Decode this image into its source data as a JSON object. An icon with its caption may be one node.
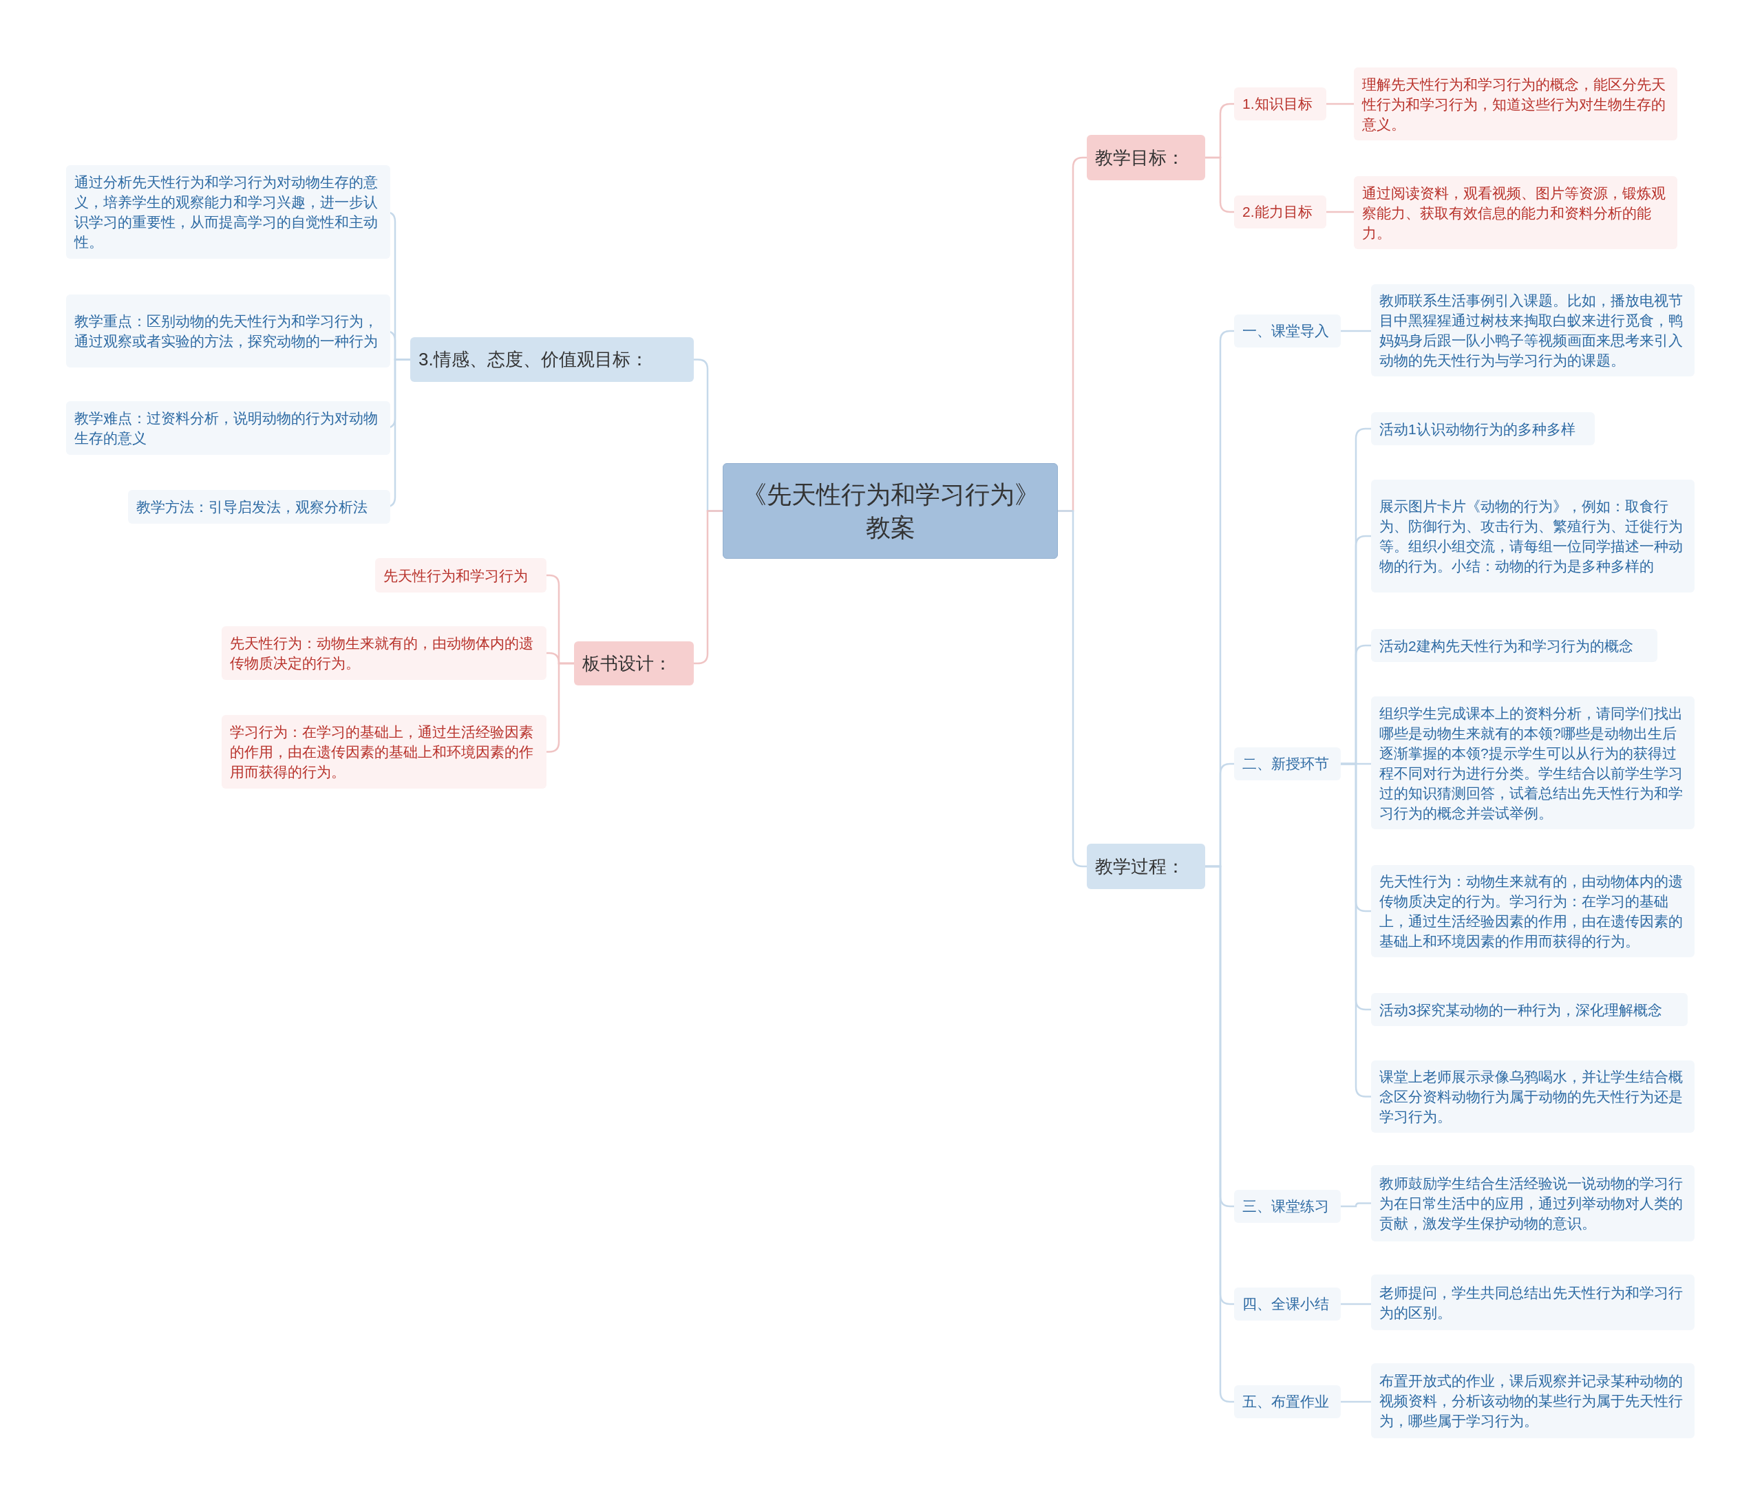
{
  "diagram": {
    "nodes": [
      {
        "text": [
          "《先天性行为和学习行为》教案"
        ]
      },
      {
        "text": [
          "教学目标："
        ]
      },
      {
        "text": [
          "1.知识目标"
        ]
      },
      {
        "text": [
          "理解先天性行为和学习行为的概念，能区分先天性行为和学习行为，知道这些行为对生物生存的意义。"
        ]
      },
      {
        "text": [
          "2.能力目标"
        ]
      },
      {
        "text": [
          "通过阅读资料，观看视频、图片等资源，锻炼观察能力、获取有效信息的能力和资料分析的能力。"
        ]
      },
      {
        "text": [
          "教学过程："
        ]
      },
      {
        "text": [
          "一、课堂导入"
        ]
      },
      {
        "text": [
          "教师联系生活事例引入课题。比如，播放电视节目中黑猩猩通过树枝来掏取白蚁来进行觅食，鸭妈妈身后跟一队小鸭子等视频画面来思考来引入动物的先天性行为与学习行为的课题。"
        ]
      },
      {
        "text": [
          "二、新授环节"
        ]
      },
      {
        "text": [
          "活动1认识动物行为的多种多样"
        ]
      },
      {
        "text": [
          "展示图片卡片《动物的行为》，例如：取食行为、防御行为、攻击行为、繁殖行为、迁徙行为等。组织小组交流，请每组一位同学描述一种动物的行为。小结：动物的行为是多种多样的"
        ]
      },
      {
        "text": [
          "活动2建构先天性行为和学习行为的概念"
        ]
      },
      {
        "text": [
          "组织学生完成课本上的资料分析，请同学们找出哪些是动物生来就有的本领?哪些是动物出生后逐渐掌握的本领?提示学生可以从行为的获得过程不同对行为进行分类。学生结合以前学生学习过的知识猜测回答，试着总结出先天性行为和学习行为的概念并尝试举例。"
        ]
      },
      {
        "text": [
          "先天性行为：动物生来就有的，由动物体内的遗传物质决定的行为。学习行为：在学习的基础上，通过生活经验因素的作用，由在遗传因素的基础上和环境因素的作用而获得的行为。"
        ]
      },
      {
        "text": [
          "活动3探究某动物的一种行为，深化理解概念"
        ]
      },
      {
        "text": [
          "课堂上老师展示录像乌鸦喝水，并让学生结合概念区分资料动物行为属于动物的先天性行为还是学习行为。"
        ]
      },
      {
        "text": [
          "三、课堂练习"
        ]
      },
      {
        "text": [
          "教师鼓励学生结合生活经验说一说动物的学习行为在日常生活中的应用，通过列举动物对人类的贡献，激发学生保护动物的意识。"
        ]
      },
      {
        "text": [
          "四、全课小结"
        ]
      },
      {
        "text": [
          "老师提问，学生共同总结出先天性行为和学习行为的区别。"
        ]
      },
      {
        "text": [
          "五、布置作业"
        ]
      },
      {
        "text": [
          "布置开放式的作业，课后观察并记录某种动物的视频资料，分析该动物的某些行为属于先天性行为，哪些属于学习行为。"
        ]
      },
      {
        "text": [
          "3.情感、态度、价值观目标："
        ]
      },
      {
        "text": [
          "通过分析先天性行为和学习行为对动物生存的意义，培养学生的观察能力和学习兴趣，进一步认识学习的重要性，从而提高学习的自觉性和主动性。"
        ]
      },
      {
        "text": [
          "教学重点：区别动物的先天性行为和学习行为，通过观察或者实验的方法，探究动物的一种行为"
        ]
      },
      {
        "text": [
          "教学难点：过资料分析，说明动物的行为对动物生存的意义"
        ]
      },
      {
        "text": [
          "教学方法：引导启发法，观察分析法"
        ]
      },
      {
        "text": [
          "板书设计："
        ]
      },
      {
        "text": [
          "先天性行为和学习行为"
        ]
      },
      {
        "text": [
          "先天性行为：动物生来就有的，由动物体内的遗传物质决定的行为。"
        ]
      },
      {
        "text": [
          "学习行为：在学习的基础上，通过生活经验因素的作用，由在遗传因素的基础上和环境因素的作用而获得的行为。"
        ]
      }
    ],
    "edges": [
      {
        "from": 0,
        "to": 1,
        "arrow": "none",
        "color": "#f0c4c4"
      },
      {
        "from": 1,
        "to": 2,
        "arrow": "none",
        "color": "#f0c4c4"
      },
      {
        "from": 2,
        "to": 3,
        "arrow": "none",
        "color": "#f0c4c4"
      },
      {
        "from": 1,
        "to": 4,
        "arrow": "none",
        "color": "#f0c4c4"
      },
      {
        "from": 4,
        "to": 5,
        "arrow": "none",
        "color": "#f0c4c4"
      },
      {
        "from": 0,
        "to": 6,
        "arrow": "none"
      },
      {
        "from": 6,
        "to": 7,
        "arrow": "none"
      },
      {
        "from": 7,
        "to": 8,
        "arrow": "none"
      },
      {
        "from": 6,
        "to": 9,
        "arrow": "none"
      },
      {
        "from": 9,
        "to": 10,
        "arrow": "none"
      },
      {
        "from": 9,
        "to": 11,
        "arrow": "none"
      },
      {
        "from": 9,
        "to": 12,
        "arrow": "none"
      },
      {
        "from": 9,
        "to": 13,
        "arrow": "none"
      },
      {
        "from": 9,
        "to": 14,
        "arrow": "none"
      },
      {
        "from": 9,
        "to": 15,
        "arrow": "none"
      },
      {
        "from": 9,
        "to": 16,
        "arrow": "none"
      },
      {
        "from": 6,
        "to": 17,
        "arrow": "none"
      },
      {
        "from": 17,
        "to": 18,
        "arrow": "none"
      },
      {
        "from": 6,
        "to": 19,
        "arrow": "none"
      },
      {
        "from": 19,
        "to": 20,
        "arrow": "none"
      },
      {
        "from": 6,
        "to": 21,
        "arrow": "none"
      },
      {
        "from": 21,
        "to": 22,
        "arrow": "none"
      },
      {
        "from": 0,
        "to": 23,
        "arrow": "none"
      },
      {
        "from": 23,
        "to": 24,
        "arrow": "none"
      },
      {
        "from": 23,
        "to": 25,
        "arrow": "none"
      },
      {
        "from": 23,
        "to": 26,
        "arrow": "none"
      },
      {
        "from": 23,
        "to": 27,
        "arrow": "none"
      },
      {
        "from": 0,
        "to": 28,
        "arrow": "none",
        "color": "#f0c4c4"
      },
      {
        "from": 28,
        "to": 29,
        "arrow": "none",
        "color": "#f0c4c4"
      },
      {
        "from": 28,
        "to": 30,
        "arrow": "none",
        "color": "#f0c4c4"
      },
      {
        "from": 28,
        "to": 31,
        "arrow": "none",
        "color": "#f0c4c4"
      }
    ]
  }
}
